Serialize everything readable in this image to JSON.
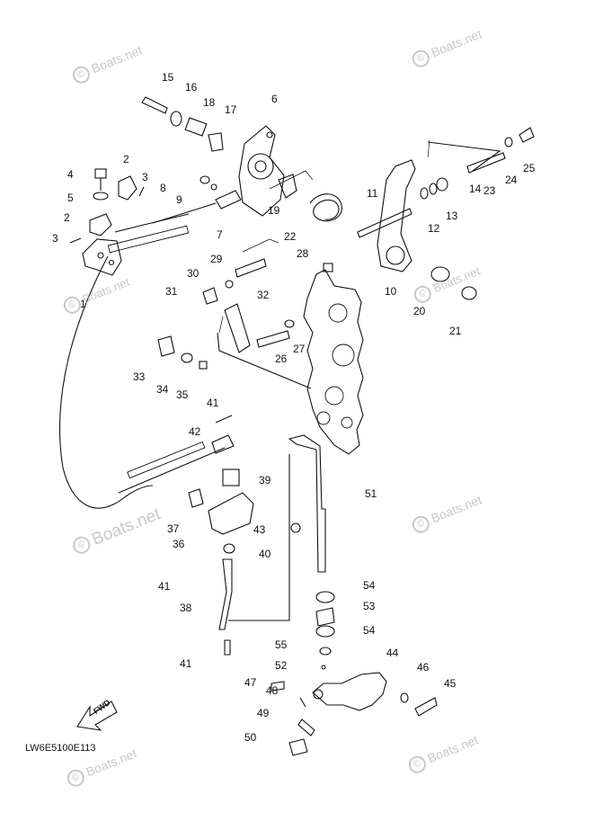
{
  "diagram": {
    "code": "LW6E5100E113",
    "fwd_label": "FWD",
    "watermarks": [
      {
        "text": "Boats.net",
        "size": 14
      },
      {
        "text": "Boats.net",
        "size": 14
      },
      {
        "text": "Boats.net",
        "size": 13
      },
      {
        "text": "Boats.net",
        "size": 13
      },
      {
        "text": "Boats.net",
        "size": 19
      },
      {
        "text": "Boats.net",
        "size": 14
      },
      {
        "text": "Boats.net",
        "size": 14
      },
      {
        "text": "Boats.net",
        "size": 14
      }
    ],
    "watermark_symbol": "©",
    "labels": [
      "1",
      "2",
      "2",
      "3",
      "3",
      "4",
      "5",
      "6",
      "7",
      "8",
      "9",
      "10",
      "11",
      "12",
      "13",
      "14",
      "15",
      "16",
      "17",
      "18",
      "19",
      "20",
      "21",
      "22",
      "23",
      "24",
      "25",
      "26",
      "27",
      "28",
      "29",
      "30",
      "31",
      "32",
      "33",
      "34",
      "35",
      "36",
      "37",
      "38",
      "39",
      "40",
      "41",
      "41",
      "41",
      "42",
      "43",
      "44",
      "45",
      "46",
      "47",
      "48",
      "49",
      "50",
      "51",
      "52",
      "53",
      "54",
      "54",
      "55"
    ]
  }
}
